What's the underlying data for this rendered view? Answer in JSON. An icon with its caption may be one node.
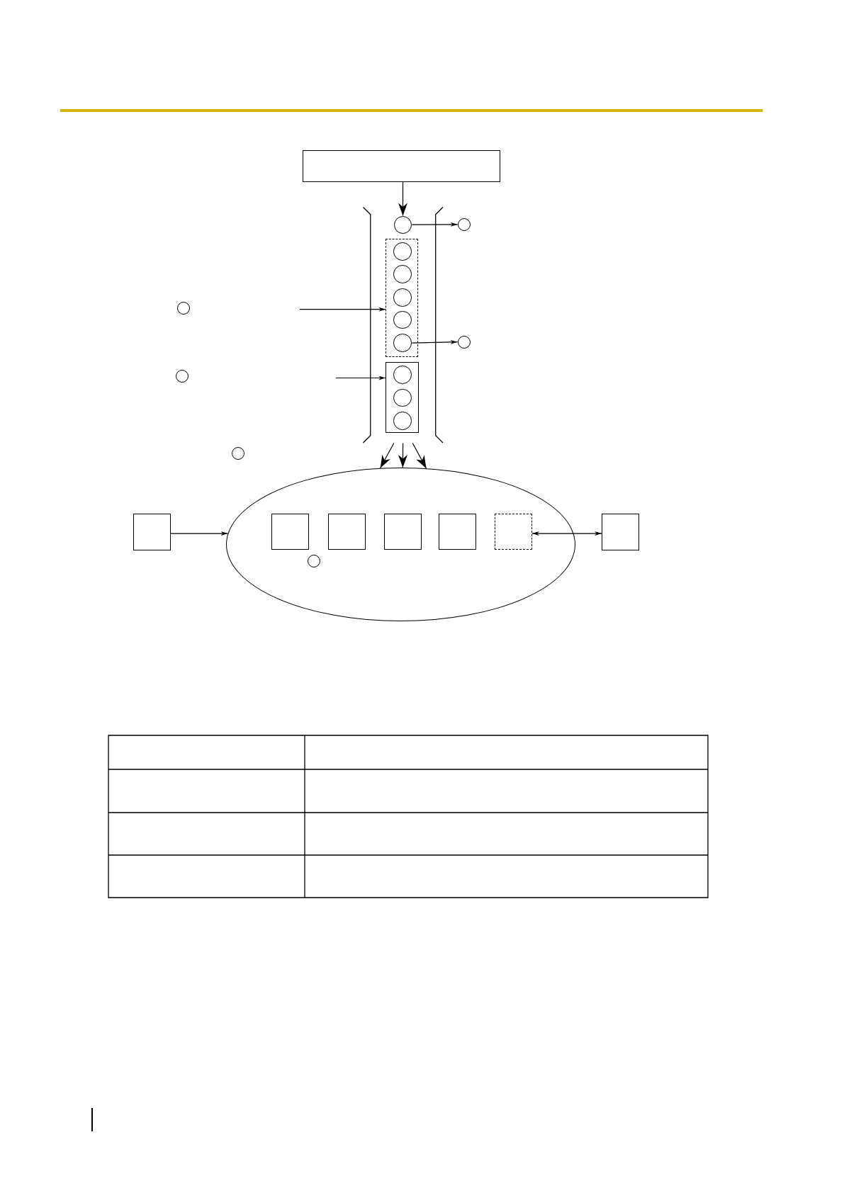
{
  "diagram": {
    "nodes": [
      {
        "text": [],
        "shape": "box"
      },
      {
        "text": [],
        "shape": "band"
      },
      {
        "text": [],
        "shape": "circle",
        "in": 1
      },
      {
        "text": [],
        "shape": "circle"
      },
      {
        "text": [],
        "shape": "circle"
      },
      {
        "text": [],
        "shape": "box",
        "in": 1
      },
      {
        "text": [],
        "shape": "circle",
        "in": 5
      },
      {
        "text": [],
        "shape": "circle",
        "in": 5
      },
      {
        "text": [],
        "shape": "circle",
        "in": 5
      },
      {
        "text": [],
        "shape": "circle",
        "in": 5
      },
      {
        "text": [],
        "shape": "circle",
        "in": 5
      },
      {
        "text": [],
        "shape": "circle"
      },
      {
        "text": [],
        "shape": "circle"
      },
      {
        "text": [],
        "shape": "box",
        "in": 1
      },
      {
        "text": [],
        "shape": "circle",
        "in": 13
      },
      {
        "text": [],
        "shape": "circle",
        "in": 13
      },
      {
        "text": [],
        "shape": "circle",
        "in": 13
      },
      {
        "text": [],
        "shape": "circle"
      },
      {
        "text": [],
        "shape": "box"
      },
      {
        "text": [],
        "shape": "ellipse"
      },
      {
        "text": [],
        "shape": "box",
        "in": 19
      },
      {
        "text": [],
        "shape": "box",
        "in": 19
      },
      {
        "text": [],
        "shape": "box",
        "in": 19
      },
      {
        "text": [],
        "shape": "box",
        "in": 19
      },
      {
        "text": [],
        "shape": "box",
        "in": 19
      },
      {
        "text": [],
        "shape": "circle",
        "in": 19
      },
      {
        "text": [],
        "shape": "box"
      }
    ],
    "edges": [
      {
        "from": 0,
        "to": 2,
        "arrow": "to"
      },
      {
        "from": 2,
        "to": 3,
        "arrow": "to"
      },
      {
        "from": null,
        "to": 5,
        "arrow": "to"
      },
      {
        "from": 10,
        "to": 11,
        "arrow": "to"
      },
      {
        "from": null,
        "to": 13,
        "arrow": "to"
      },
      {
        "from": 1,
        "to": 19,
        "arrow": "to"
      },
      {
        "from": 1,
        "to": 19,
        "arrow": "to"
      },
      {
        "from": 1,
        "to": 19,
        "arrow": "to"
      },
      {
        "from": 18,
        "to": 19,
        "arrow": "to"
      },
      {
        "from": 24,
        "to": 26,
        "arrow": "both"
      }
    ]
  }
}
